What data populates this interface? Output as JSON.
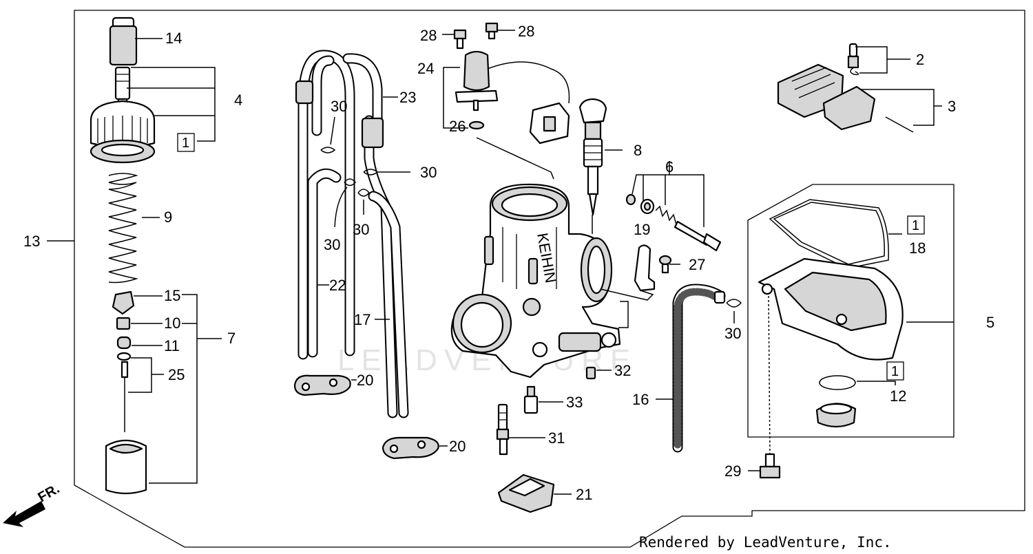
{
  "labels": {
    "p1": "1",
    "p2": "2",
    "p3": "3",
    "p4": "4",
    "p5": "5",
    "p6": "6",
    "p7": "7",
    "p8": "8",
    "p9": "9",
    "p10": "10",
    "p11": "11",
    "p12": "12",
    "p13": "13",
    "p14": "14",
    "p15": "15",
    "p16": "16",
    "p17": "17",
    "p18": "18",
    "p19": "19",
    "p20": "20",
    "p21": "21",
    "p22": "22",
    "p23": "23",
    "p24": "24",
    "p25": "25",
    "p26": "26",
    "p27": "27",
    "p28": "28",
    "p29": "29",
    "p30": "30",
    "p31": "31",
    "p32": "32",
    "p33": "33"
  },
  "boxed_labels": {
    "set1": "1"
  },
  "watermark": "LEADVENTURE",
  "credit": "Rendered by LeadVenture, Inc.",
  "direction": "FR.",
  "colors": {
    "ink": "#000000",
    "paper": "#ffffff",
    "watermark": "#e4e4e4"
  }
}
